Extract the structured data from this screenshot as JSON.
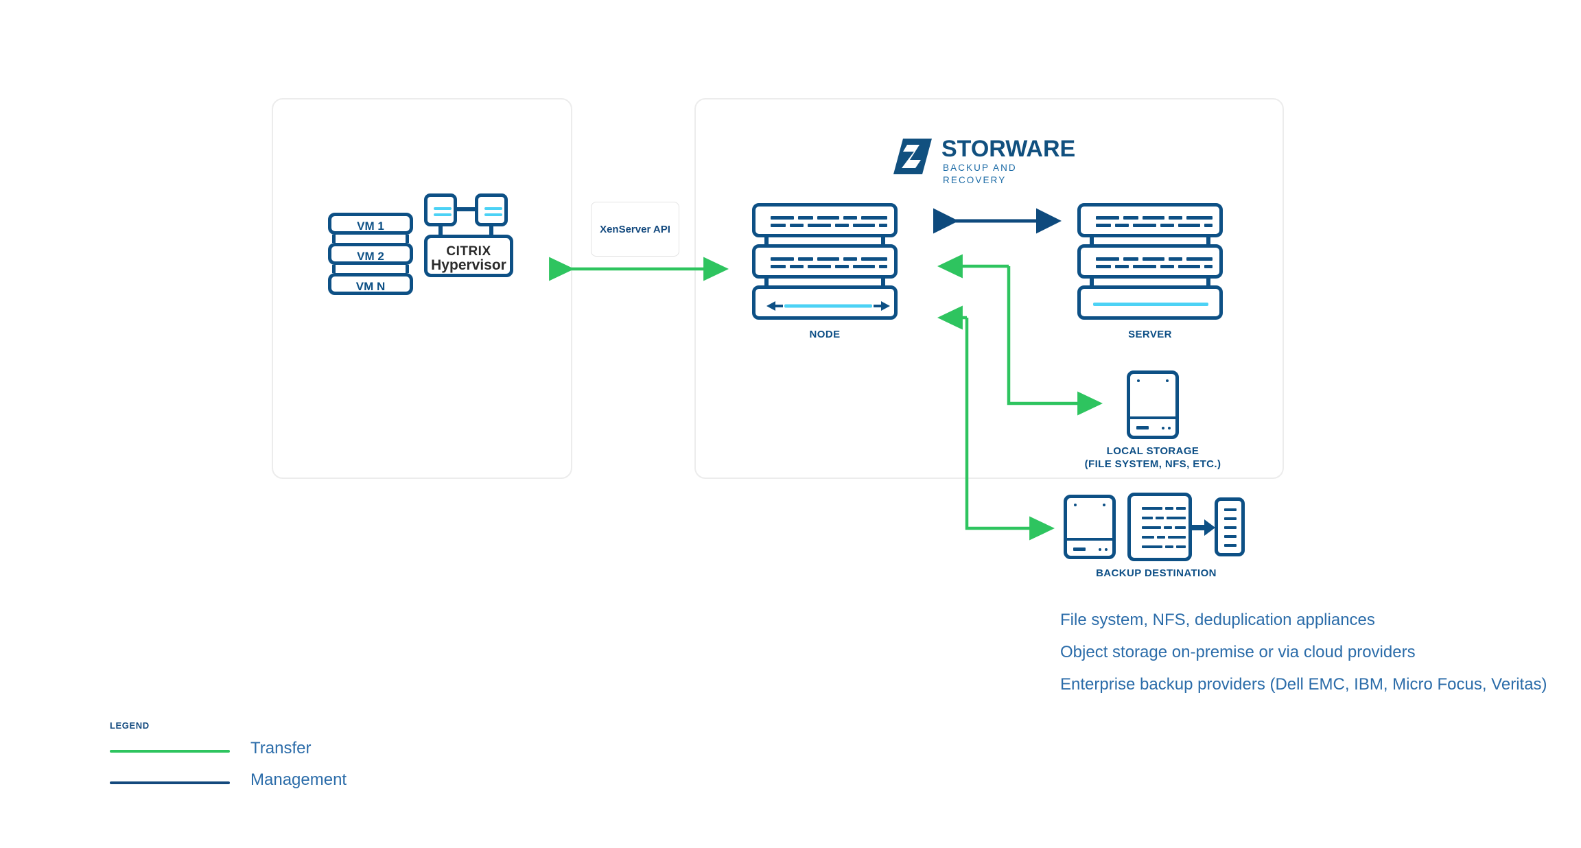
{
  "diagram": {
    "title": "Storware Backup and Recovery - Citrix Hypervisor architecture",
    "colors": {
      "navy": "#0d5085",
      "deep_navy": "#0e4a7d",
      "cyan": "#4cd2f5",
      "green": "#2ec45f",
      "text_blue": "#2b6ca9",
      "panel_border": "#ececec"
    }
  },
  "logo": {
    "wordmark": "STORWARE",
    "tagline": "BACKUP AND RECOVERY"
  },
  "left_panel": {
    "vms": [
      {
        "label": "VM 1"
      },
      {
        "label": "VM 2"
      },
      {
        "label": "VM N"
      }
    ],
    "hypervisor": {
      "brand": "CITRIX",
      "product": "Hypervisor"
    }
  },
  "api_link": {
    "label": "XenServer API"
  },
  "right_panel": {
    "node": {
      "caption": "NODE"
    },
    "server": {
      "caption": "SERVER"
    },
    "local_storage": {
      "caption_line1": "LOCAL STORAGE",
      "caption_line2": "(FILE SYSTEM, NFS, ETC.)"
    }
  },
  "backup_destination": {
    "caption": "BACKUP DESTINATION",
    "descriptions": [
      "File system, NFS, deduplication appliances",
      "Object storage on-premise or via cloud providers",
      "Enterprise backup providers (Dell EMC, IBM, Micro Focus, Veritas)"
    ]
  },
  "legend": {
    "title": "LEGEND",
    "items": [
      {
        "label": "Transfer",
        "color": "#2ec45f"
      },
      {
        "label": "Management",
        "color": "#14497d"
      }
    ]
  }
}
